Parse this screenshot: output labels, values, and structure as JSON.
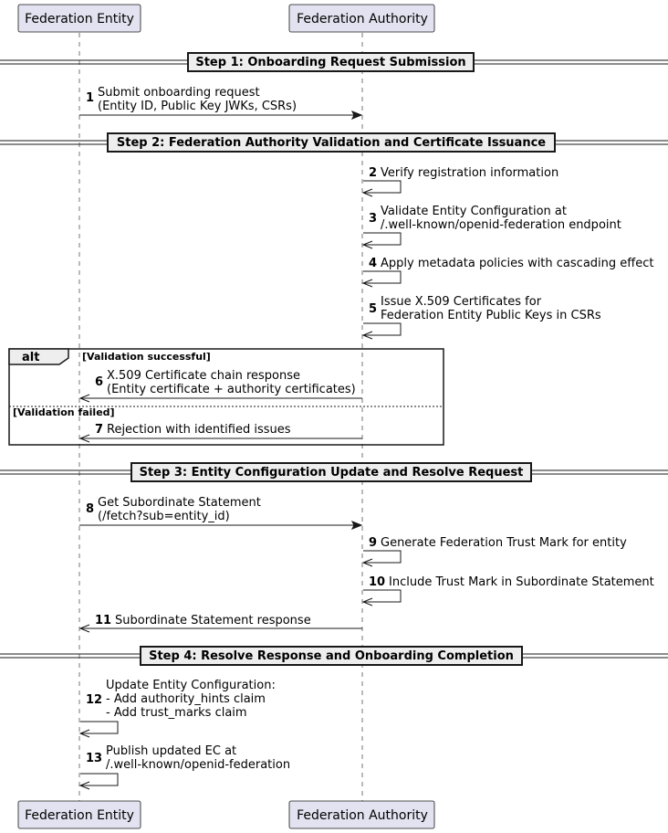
{
  "participants": {
    "entity": "Federation Entity",
    "authority": "Federation Authority"
  },
  "dividers": [
    "Step 1: Onboarding Request Submission",
    "Step 2: Federation Authority Validation and Certificate Issuance",
    "Step 3: Entity Configuration Update and Resolve Request",
    "Step 4: Resolve Response and Onboarding Completion"
  ],
  "messages": [
    {
      "num": "1",
      "lines": [
        "Submit onboarding request",
        "(Entity ID, Public Key JWKs, CSRs)"
      ]
    },
    {
      "num": "2",
      "lines": [
        "Verify registration information"
      ]
    },
    {
      "num": "3",
      "lines": [
        "Validate Entity Configuration at",
        "/.well-known/openid-federation endpoint"
      ]
    },
    {
      "num": "4",
      "lines": [
        "Apply metadata policies with cascading effect"
      ]
    },
    {
      "num": "5",
      "lines": [
        "Issue X.509 Certificates for",
        "Federation Entity Public Keys in CSRs"
      ]
    },
    {
      "num": "6",
      "lines": [
        "X.509 Certificate chain response",
        "(Entity certificate + authority certificates)"
      ]
    },
    {
      "num": "7",
      "lines": [
        "Rejection with identified issues"
      ]
    },
    {
      "num": "8",
      "lines": [
        "Get Subordinate Statement",
        "(/fetch?sub=entity_id)"
      ]
    },
    {
      "num": "9",
      "lines": [
        "Generate Federation Trust Mark for entity"
      ]
    },
    {
      "num": "10",
      "lines": [
        "Include Trust Mark in Subordinate Statement"
      ]
    },
    {
      "num": "11",
      "lines": [
        "Subordinate Statement response"
      ]
    },
    {
      "num": "12",
      "lines": [
        "Update Entity Configuration:",
        "- Add authority_hints claim",
        "- Add trust_marks claim"
      ]
    },
    {
      "num": "13",
      "lines": [
        "Publish updated EC at",
        "/.well-known/openid-federation"
      ]
    }
  ],
  "alt": {
    "keyword": "alt",
    "guard1": "[Validation successful]",
    "guard2": "[Validation failed]"
  }
}
